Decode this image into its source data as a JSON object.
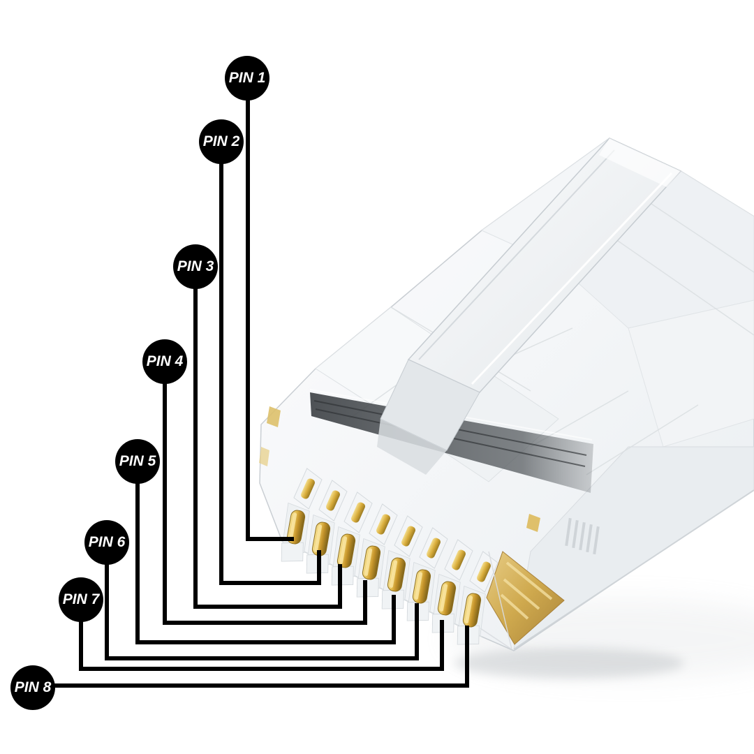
{
  "diagram": {
    "type": "pinout-callout-diagram",
    "subject": "transparent-rj45-8p8c-modular-plug",
    "labels": [
      {
        "id": 1,
        "text": "PIN 1"
      },
      {
        "id": 2,
        "text": "PIN 2"
      },
      {
        "id": 3,
        "text": "PIN 3"
      },
      {
        "id": 4,
        "text": "PIN 4"
      },
      {
        "id": 5,
        "text": "PIN 5"
      },
      {
        "id": 6,
        "text": "PIN 6"
      },
      {
        "id": 7,
        "text": "PIN 7"
      },
      {
        "id": 8,
        "text": "PIN 8"
      }
    ],
    "colors": {
      "background": "#ffffff",
      "callout_circle": "#000000",
      "callout_text": "#ffffff",
      "callout_line": "#000000",
      "pin_gold": "#c3922a",
      "pin_gold_light": "#f6e194",
      "pin_gold_dark": "#7d611b",
      "connector_body": "#eef1f4",
      "connector_edge": "#c9ced3",
      "dark_band": "#3f4347",
      "wire_area_gold": "#cfa94e"
    }
  }
}
